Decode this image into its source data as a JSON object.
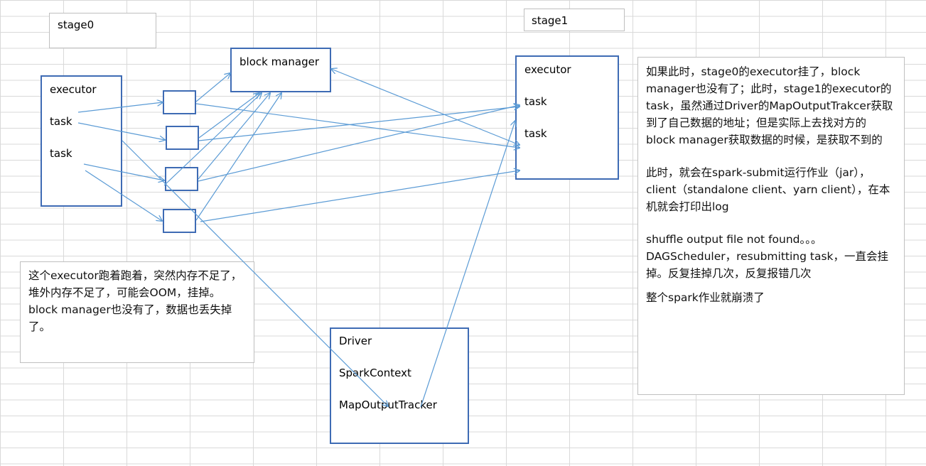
{
  "stage0": {
    "label": "stage0"
  },
  "stage1": {
    "label": "stage1"
  },
  "executor_left": {
    "title": "executor",
    "tasks": [
      "task",
      "task"
    ]
  },
  "block_manager": {
    "label": "block manager"
  },
  "executor_right": {
    "title": "executor",
    "tasks": [
      "task",
      "task"
    ]
  },
  "driver": {
    "lines": [
      "Driver",
      "SparkContext",
      "MapOutputTracker"
    ]
  },
  "left_note": {
    "text": "这个executor跑着跑着，突然内存不足了，堆外内存不足了，可能会OOM，挂掉。block manager也没有了，数据也丢失掉了。"
  },
  "right_note": {
    "p1": "如果此时，stage0的executor挂了，block manager也没有了；此时，stage1的executor的task，虽然通过Driver的MapOutputTrakcer获取到了自己数据的地址；但是实际上去找对方的block manager获取数据的时候，是获取不到的",
    "p2": "此时，就会在spark-submit运行作业（jar），client（standalone client、yarn client），在本机就会打印出log",
    "p3": "shuffle output file not found。。。DAGScheduler，resubmitting task，一直会挂掉。反复挂掉几次，反复报错几次",
    "p4": "整个spark作业就崩溃了"
  }
}
